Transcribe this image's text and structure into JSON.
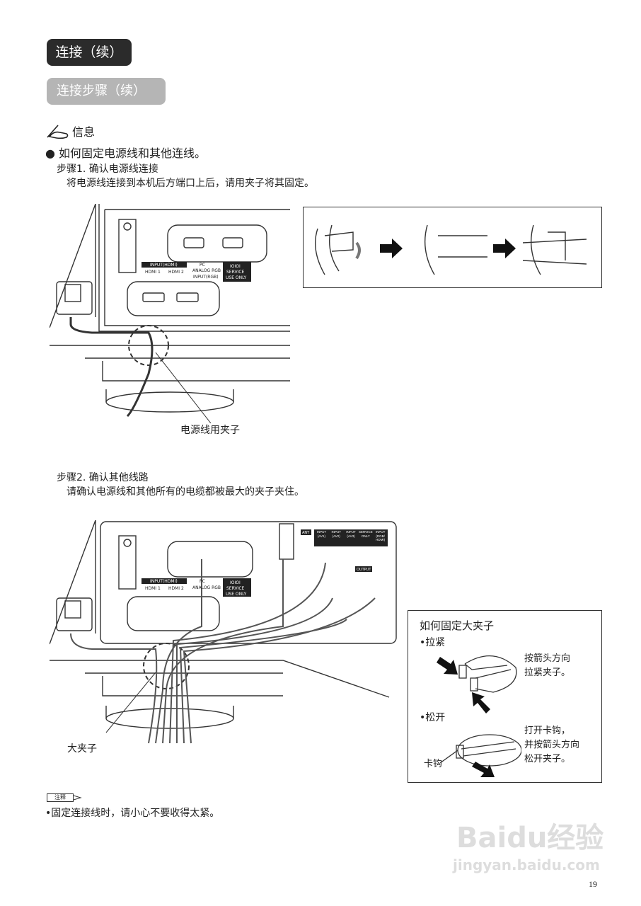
{
  "header": {
    "section_title": "连接（续）",
    "subsection_title": "连接步骤（续）"
  },
  "info": {
    "icon": "hand-pen-icon",
    "label": "信息"
  },
  "bullet_title": "如何固定电源线和其他连线。",
  "step1": {
    "title": "步骤1. 确认电源线连接",
    "desc": "将电源线连接到本机后方端口上后，请用夹子将其固定。",
    "callout": "电源线用夹子"
  },
  "panel_labels": {
    "input_hdmi": "INPUT(HDMI)",
    "hdmi1": "HDMI 1",
    "hdmi2": "HDMI 2",
    "pc": "PC",
    "analog_rgb": "ANALOG RGB",
    "input_rgb": "INPUT(RGB)",
    "service_icon": "IOIOI",
    "service": "SERVICE",
    "use_only": "USE ONLY",
    "ant": "ANT",
    "av1": "INPUT (AV1)",
    "av2": "INPUT (AV2)",
    "av3": "INPUT (AV3)",
    "service_only": "SERVICE ONLY",
    "rgb_hdmi": "INPUT (RGB/ HDMI)",
    "output": "OUTPUT"
  },
  "step2": {
    "title": "步骤2. 确认其他线路",
    "desc": "请确认电源线和其他所有的电缆都被最大的夹子夹住。",
    "callout": "大夹子"
  },
  "clamp_box": {
    "title": "如何固定大夹子",
    "tighten_label": "•拉紧",
    "tighten_desc": [
      "按箭头方向",
      "拉紧夹子。"
    ],
    "release_label": "•松开",
    "release_desc": [
      "打开卡钩，",
      "并按箭头方向",
      "松开夹子。"
    ],
    "hook_label": "卡钩"
  },
  "note": {
    "badge": "注释",
    "text": "•固定连接线时，请小心不要收得太紧。"
  },
  "page_number": "19",
  "watermark": {
    "brand": "Baidu经验",
    "url": "jingyan.baidu.com"
  }
}
